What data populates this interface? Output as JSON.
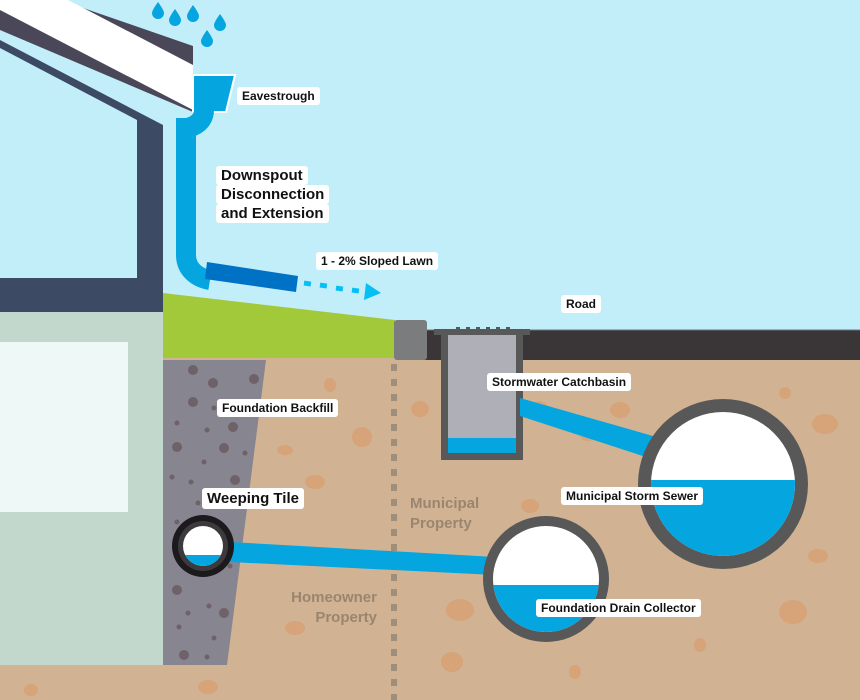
{
  "title": "Stormwater and foundation drainage diagram",
  "colors": {
    "sky": "#c2eefa",
    "house_frame": "#3c4a63",
    "roof_top": "#4a4858",
    "wall": "#c3d8cd",
    "window": "#eef8f6",
    "water": "#05a5e0",
    "downspout_extension": "#0072c6",
    "lawn": "#a2c93a",
    "soil": "#d1b393",
    "soil_rock": "#d7a379",
    "backfill": "#868590",
    "backfill_stone": "#6f6168",
    "road": "#3a3637",
    "curb": "#7a7c7e",
    "catchbasin": "#aeafb7",
    "pipe_wall": "#585858",
    "weeping_tile_ring": "#1c1a1c",
    "zone_text": "#9a8670"
  },
  "labels": {
    "eavestrough": "Eavestrough",
    "downspout": [
      "Downspout",
      "Disconnection",
      "and Extension"
    ],
    "sloped_lawn": "1 - 2% Sloped Lawn",
    "road": "Road",
    "stormwater_catchbasin": "Stormwater Catchbasin",
    "foundation_backfill": "Foundation Backfill",
    "weeping_tile": "Weeping Tile",
    "municipal_storm_sewer": "Municipal Storm Sewer",
    "foundation_drain_collector": "Foundation Drain Collector"
  },
  "zones": {
    "municipal": [
      "Municipal",
      "Property"
    ],
    "homeowner": [
      "Homeowner",
      "Property"
    ]
  },
  "icons": {
    "rain": "raindrop-icon",
    "flow_arrow": "dotted-arrow-icon"
  }
}
